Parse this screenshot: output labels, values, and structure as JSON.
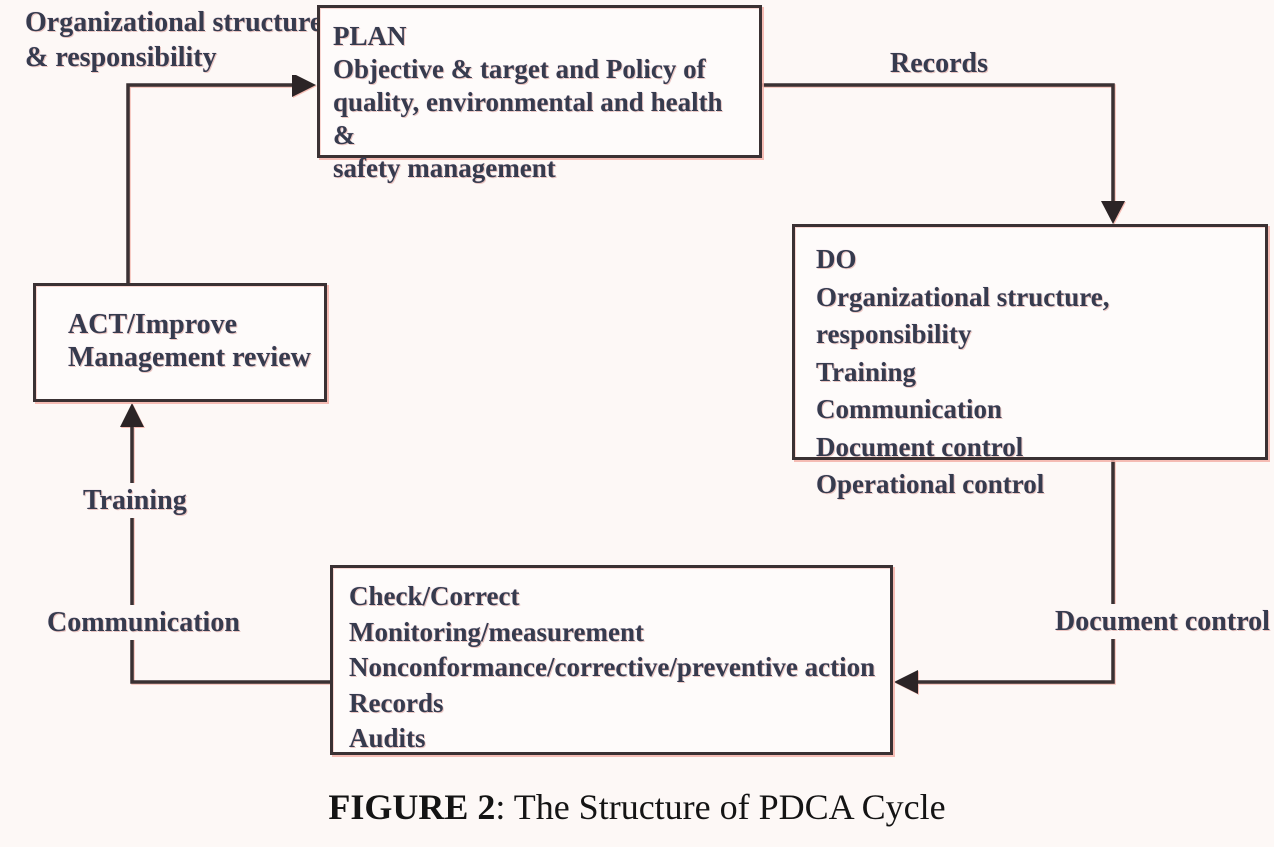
{
  "diagram": {
    "boxes": {
      "plan": {
        "title": "PLAN",
        "lines": [
          "Objective & target and Policy of",
          "quality, environmental and health &",
          "safety management"
        ]
      },
      "do": {
        "title": "DO",
        "lines": [
          "Organizational structure, responsibility",
          "Training",
          "Communication",
          "Document control",
          "Operational control"
        ]
      },
      "check": {
        "title": "Check/Correct",
        "lines": [
          "Monitoring/measurement",
          "Nonconformance/corrective/preventive action",
          "Records",
          "Audits"
        ]
      },
      "act": {
        "title": "ACT/Improve",
        "lines": [
          "Management review"
        ]
      }
    },
    "edge_labels": {
      "org_structure_line1": "Organizational structure",
      "org_structure_line2": "& responsibility",
      "records": "Records",
      "document_control": "Document control",
      "communication": "Communication",
      "training": "Training"
    },
    "caption": {
      "figure_label": "FIGURE 2",
      "figure_text": ": The Structure of PDCA Cycle"
    },
    "colors": {
      "background": "#fdf8f6",
      "line": "#3a3133",
      "ink": "#363b4e",
      "scan_fringe": "#f3b2a8",
      "caption": "#141414"
    }
  }
}
